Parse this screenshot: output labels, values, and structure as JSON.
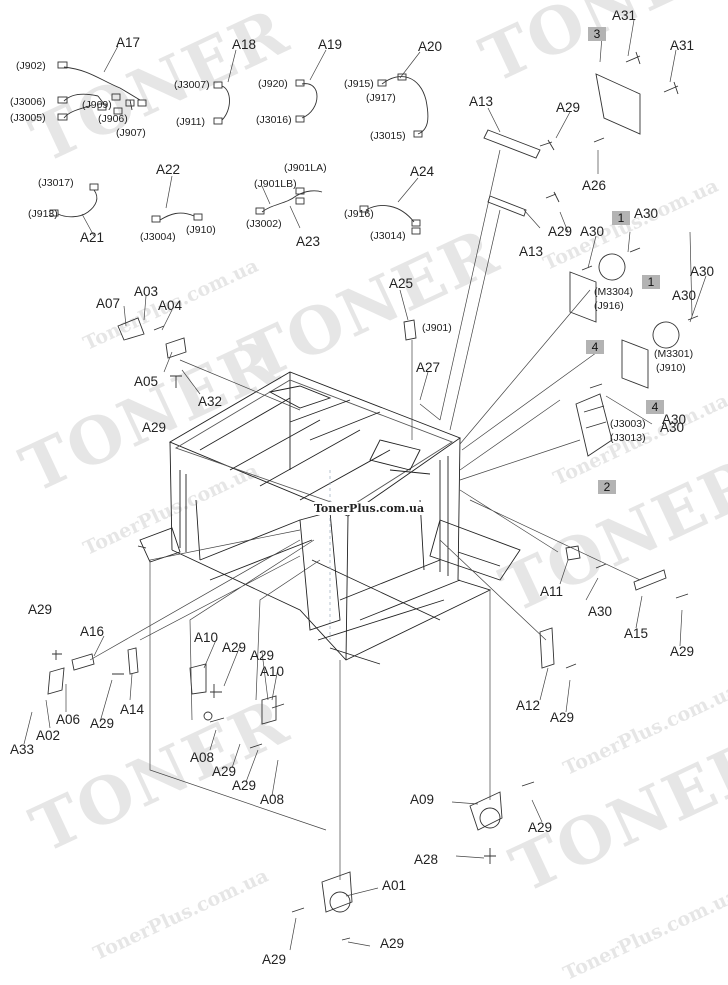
{
  "watermark": {
    "brand": "TONER",
    "site": "TonerPlus.com.ua"
  },
  "banner": "TonerPlus.com.ua",
  "callouts": [
    "A17",
    "A18",
    "A19",
    "A20",
    "A22",
    "A21",
    "A23",
    "A24",
    "A13",
    "A13",
    "A29",
    "A29",
    "A29",
    "A29",
    "A29",
    "A29",
    "A29",
    "A29",
    "A29",
    "A29",
    "A29",
    "A29",
    "A29",
    "A29",
    "A31",
    "A31",
    "A26",
    "A30",
    "A30",
    "A30",
    "A30",
    "A30",
    "A30",
    "A30",
    "A25",
    "A27",
    "A07",
    "A03",
    "A04",
    "A05",
    "A32",
    "A11",
    "A15",
    "A12",
    "A10",
    "A10",
    "A16",
    "A14",
    "A06",
    "A02",
    "A33",
    "A08",
    "A08",
    "A09",
    "A28",
    "A01"
  ],
  "connectors": [
    "(J902)",
    "(J3006)",
    "(J3005)",
    "(J909)",
    "(J906)",
    "(J907)",
    "(J3007)",
    "(J911)",
    "(J920)",
    "(J3016)",
    "(J915)",
    "(J917)",
    "(J3015)",
    "(J3017)",
    "(J913)",
    "(J3004)",
    "(J910)",
    "(J901LA)",
    "(J901LB)",
    "(J3002)",
    "(J916)",
    "(J3014)",
    "(M3304)",
    "(J916)",
    "(M3301)",
    "(J910)",
    "(J3003)",
    "(J3013)",
    "(J901)"
  ],
  "boxed_refs": [
    "3",
    "1",
    "1",
    "4",
    "4",
    "2"
  ]
}
